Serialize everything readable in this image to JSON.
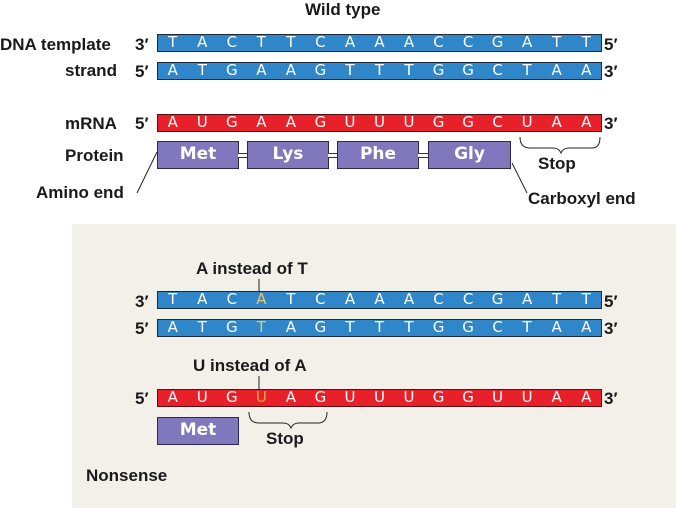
{
  "wild_type": {
    "title": "Wild type",
    "dna_label_line1": "DNA template",
    "dna_label_line2": "strand",
    "template_strand": {
      "left_end": "3′",
      "right_end": "5′",
      "bases": [
        "T",
        "A",
        "C",
        "T",
        "T",
        "C",
        "A",
        "A",
        "A",
        "C",
        "C",
        "G",
        "A",
        "T",
        "T"
      ]
    },
    "coding_strand": {
      "left_end": "5′",
      "right_end": "3′",
      "bases": [
        "A",
        "T",
        "G",
        "A",
        "A",
        "G",
        "T",
        "T",
        "T",
        "G",
        "G",
        "C",
        "T",
        "A",
        "A"
      ]
    },
    "mrna_label": "mRNA",
    "mrna": {
      "left_end": "5′",
      "right_end": "3′",
      "bases": [
        "A",
        "U",
        "G",
        "A",
        "A",
        "G",
        "U",
        "U",
        "U",
        "G",
        "G",
        "C",
        "U",
        "A",
        "A"
      ]
    },
    "protein_label": "Protein",
    "amino_acids": [
      "Met",
      "Lys",
      "Phe",
      "Gly"
    ],
    "stop_label": "Stop",
    "amino_end_label": "Amino end",
    "carboxyl_end_label": "Carboxyl end"
  },
  "mutant": {
    "dna_annotation": "A instead of T",
    "template_strand": {
      "left_end": "3′",
      "right_end": "5′",
      "bases": [
        "T",
        "A",
        "C",
        "A",
        "T",
        "C",
        "A",
        "A",
        "A",
        "C",
        "C",
        "G",
        "A",
        "T",
        "T"
      ],
      "mutated_index": 3
    },
    "coding_strand": {
      "left_end": "5′",
      "right_end": "3′",
      "bases": [
        "A",
        "T",
        "G",
        "T",
        "A",
        "G",
        "T",
        "T",
        "T",
        "G",
        "G",
        "C",
        "T",
        "A",
        "A"
      ],
      "mutated_index": 3
    },
    "mrna_annotation": "U instead of A",
    "mrna": {
      "left_end": "5′",
      "right_end": "3′",
      "bases": [
        "A",
        "U",
        "G",
        "U",
        "A",
        "G",
        "U",
        "U",
        "U",
        "G",
        "G",
        "U",
        "U",
        "A",
        "A"
      ],
      "mutated_index": 3
    },
    "amino_acids": [
      "Met"
    ],
    "stop_label": "Stop",
    "mutation_type": "Nonsense"
  },
  "colors": {
    "dna": "#2f86c9",
    "mrna": "#e8202a",
    "protein": "#8077bd",
    "mutated_dna_base": "#f0c46a",
    "mutated_rna_base": "#f7a64a",
    "panel_background": "#f3f0ea"
  }
}
